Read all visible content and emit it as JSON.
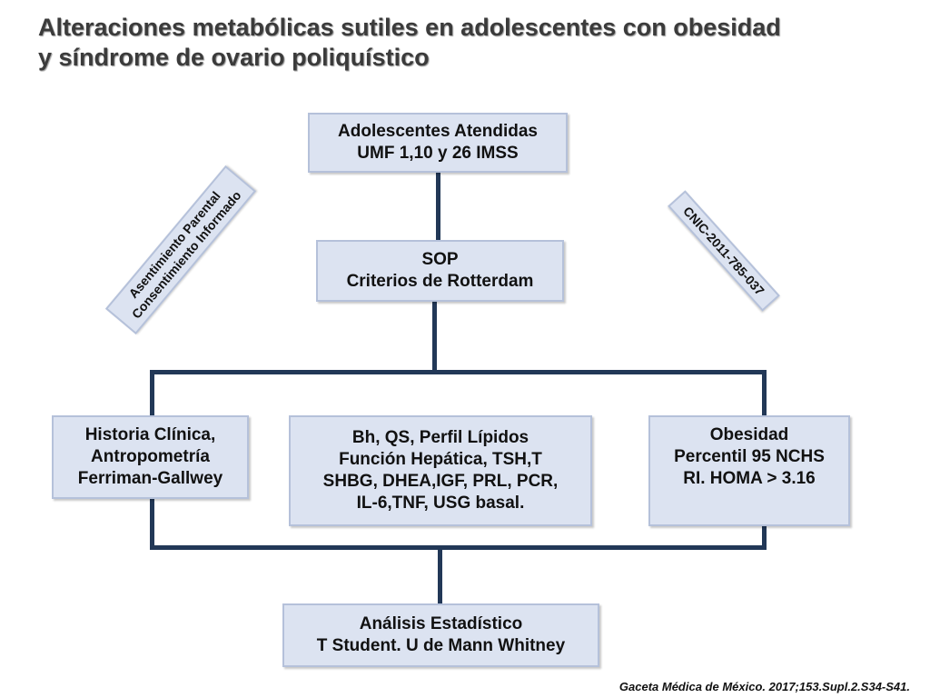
{
  "title": {
    "line1": "Alteraciones metabólicas sutiles en adolescentes con obesidad",
    "line2": "y síndrome de ovario poliquístico"
  },
  "nodes": {
    "adolescentes": {
      "line1": "Adolescentes Atendidas",
      "line2": "UMF 1,10 y 26 IMSS"
    },
    "sop": {
      "line1": "SOP",
      "line2": "Criterios de Rotterdam"
    },
    "historia": {
      "line1": "Historia Clínica,",
      "line2": "Antropometría",
      "line3": "Ferriman-Gallwey"
    },
    "bioquimica": {
      "line1": "Bh, QS, Perfil Lípidos",
      "line2": "Función Hepática, TSH,T",
      "line3": "SHBG, DHEA,IGF, PRL, PCR,",
      "line4": "IL-6,TNF, USG basal."
    },
    "obesidad": {
      "line1": "Obesidad",
      "line2": "Percentil 95 NCHS",
      "line3": "RI. HOMA > 3.16"
    },
    "analisis": {
      "line1": "Análisis Estadístico",
      "line2": "T Student. U de Mann Whitney"
    }
  },
  "tags": {
    "consent": {
      "line1": "Asentimiento Parental",
      "line2": "Consentimiento Informado"
    },
    "cnic": {
      "line1": "CNIC-2011-785-037"
    }
  },
  "footer": "Gaceta Médica de México. 2017;153.Supl.2.S34-S41.",
  "colors": {
    "box_fill": "#dce3f1",
    "box_border": "#b5c1da",
    "connector": "#223857",
    "title": "#3b3b3b"
  }
}
